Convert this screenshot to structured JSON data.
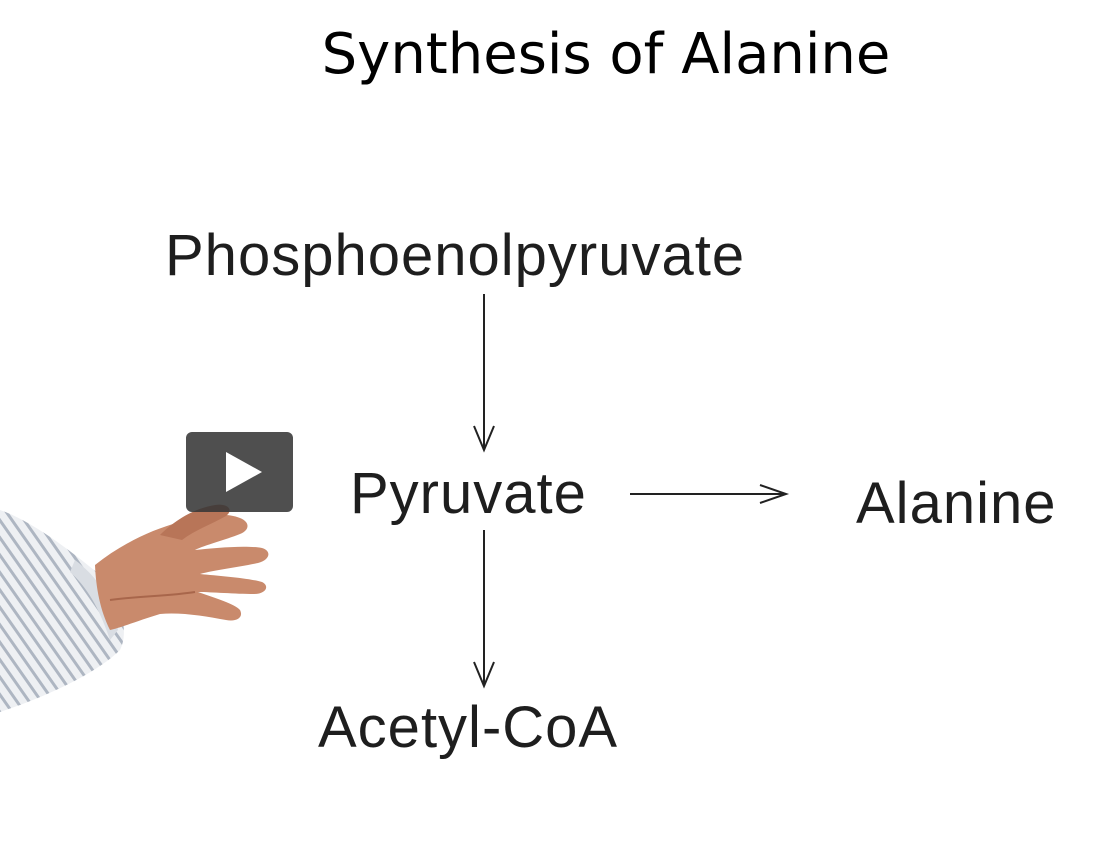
{
  "slide": {
    "title": "Synthesis of Alanine"
  },
  "pathway": {
    "nodes": {
      "pep": "Phosphoenolpyruvate",
      "pyruvate": "Pyruvate",
      "alanine": "Alanine",
      "acetyl_coa": "Acetyl-CoA"
    }
  },
  "player": {
    "play_icon": "play-icon",
    "play_button_color": "#373737"
  }
}
